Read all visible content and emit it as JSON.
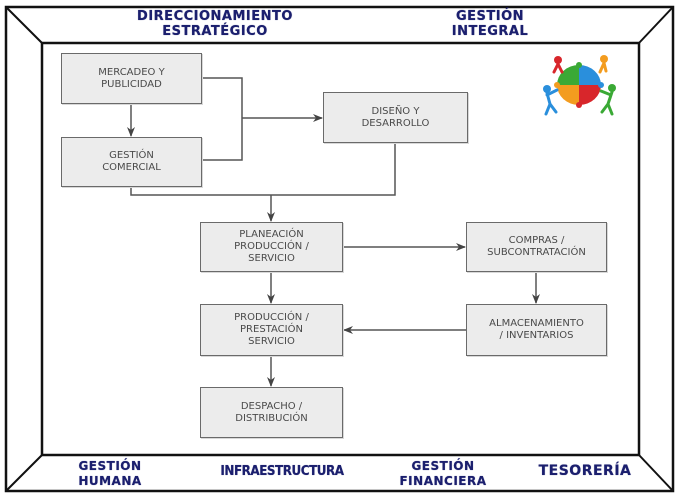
{
  "frame_labels": {
    "top_left": "DIRECCIONAMIENTO\nESTRATÉGICO",
    "top_right": "GESTIÓN\nINTEGRAL",
    "bottom_1": "GESTIÓN\nHUMANA",
    "bottom_2": "INFRAESTRUCTURA",
    "bottom_3": "GESTIÓN\nFINANCIERA",
    "bottom_4": "TESORERÍA"
  },
  "process_boxes": {
    "mercadeo": "MERCADEO Y\nPUBLICIDAD",
    "comercial": "GESTIÓN\nCOMERCIAL",
    "diseno": "DISEÑO Y\nDESARROLLO",
    "planeacion": "PLANEACIÓN\nPRODUCCIÓN /\nSERVICIO",
    "compras": "COMPRAS /\nSUBCONTRATACIÓN",
    "produccion": "PRODUCCIÓN /\nPRESTACIÓN\nSERVICIO",
    "almacenamiento": "ALMACENAMIENTO\n/ INVENTARIOS",
    "despacho": "DESPACHO /\nDISTRIBUCIÓN"
  },
  "flows": [
    {
      "from": "MERCADEO Y PUBLICIDAD",
      "to": "GESTIÓN COMERCIAL"
    },
    {
      "from": "MERCADEO Y PUBLICIDAD + GESTIÓN COMERCIAL",
      "to": "DISEÑO Y DESARROLLO"
    },
    {
      "from": "GESTIÓN COMERCIAL + DISEÑO Y DESARROLLO",
      "to": "PLANEACIÓN PRODUCCIÓN / SERVICIO"
    },
    {
      "from": "PLANEACIÓN PRODUCCIÓN / SERVICIO",
      "to": "COMPRAS / SUBCONTRATACIÓN"
    },
    {
      "from": "PLANEACIÓN PRODUCCIÓN / SERVICIO",
      "to": "PRODUCCIÓN / PRESTACIÓN SERVICIO"
    },
    {
      "from": "COMPRAS / SUBCONTRATACIÓN",
      "to": "ALMACENAMIENTO / INVENTARIOS"
    },
    {
      "from": "ALMACENAMIENTO / INVENTARIOS",
      "to": "PRODUCCIÓN / PRESTACIÓN SERVICIO"
    },
    {
      "from": "PRODUCCIÓN / PRESTACIÓN SERVICIO",
      "to": "DESPACHO / DISTRIBUCIÓN"
    }
  ],
  "icons": {
    "puzzle": "teamwork-puzzle-icon"
  },
  "colors": {
    "label_text": "#1b1f6e",
    "box_fill": "#ececec",
    "box_border": "#6a6a6a",
    "connector": "#555555",
    "puzzle_red": "#d8262b",
    "puzzle_blue": "#2a8fdc",
    "puzzle_green": "#3aa935",
    "puzzle_orange": "#f39c1f"
  }
}
